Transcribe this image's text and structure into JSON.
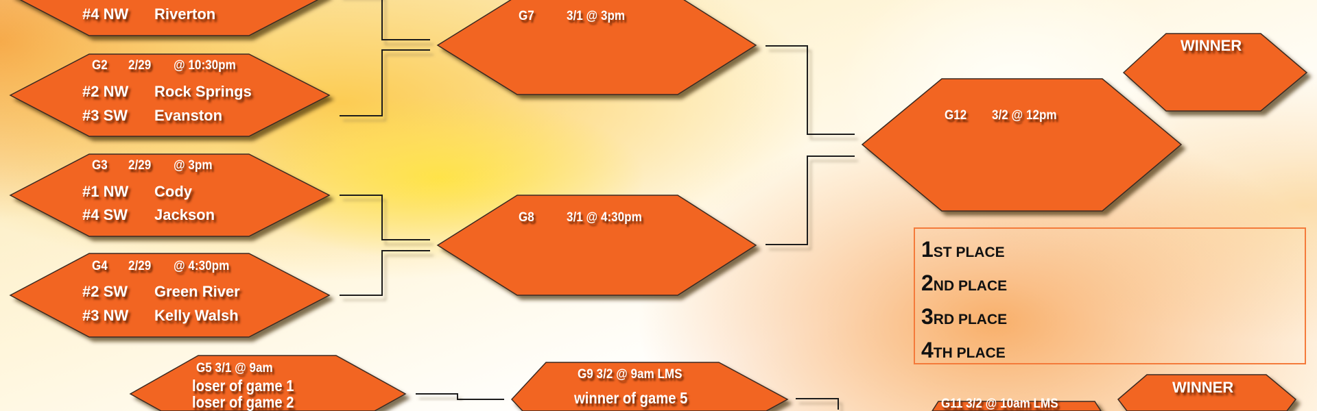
{
  "colors": {
    "hex_fill": "#f26522",
    "box_border": "#f47a3a"
  },
  "games": {
    "g1": {
      "seed2": "#4 NW",
      "team2": "Riverton"
    },
    "g2": {
      "id": "G2",
      "date": "2/29",
      "time": "@ 10:30pm",
      "seed1": "#2 NW",
      "team1": "Rock Springs",
      "seed2": "#3 SW",
      "team2": "Evanston"
    },
    "g3": {
      "id": "G3",
      "date": "2/29",
      "time": "@ 3pm",
      "seed1": "#1 NW",
      "team1": "Cody",
      "seed2": "#4 SW",
      "team2": "Jackson"
    },
    "g4": {
      "id": "G4",
      "date": "2/29",
      "time": "@ 4:30pm",
      "seed1": "#2 SW",
      "team1": "Green River",
      "seed2": "#3 NW",
      "team2": "Kelly Walsh"
    },
    "g5": {
      "header": "G5  3/1  @ 9am",
      "line1": "loser of game 1",
      "line2": "loser of game 2"
    },
    "g7": {
      "id": "G7",
      "datetime": "3/1  @ 3pm"
    },
    "g8": {
      "id": "G8",
      "datetime": "3/1  @ 4:30pm"
    },
    "g9": {
      "header": "G9  3/2  @ 9am LMS",
      "line1": "winner of game 5"
    },
    "g11": {
      "header": "G11  3/2  @ 10am LMS"
    },
    "g12": {
      "id": "G12",
      "datetime": "3/2  @ 12pm"
    }
  },
  "winner_top": "WINNER",
  "winner_bottom": "WINNER",
  "places": [
    {
      "num": "1",
      "suffix": "ST PLACE"
    },
    {
      "num": "2",
      "suffix": "ND PLACE"
    },
    {
      "num": "3",
      "suffix": "RD PLACE"
    },
    {
      "num": "4",
      "suffix": "TH PLACE"
    }
  ]
}
